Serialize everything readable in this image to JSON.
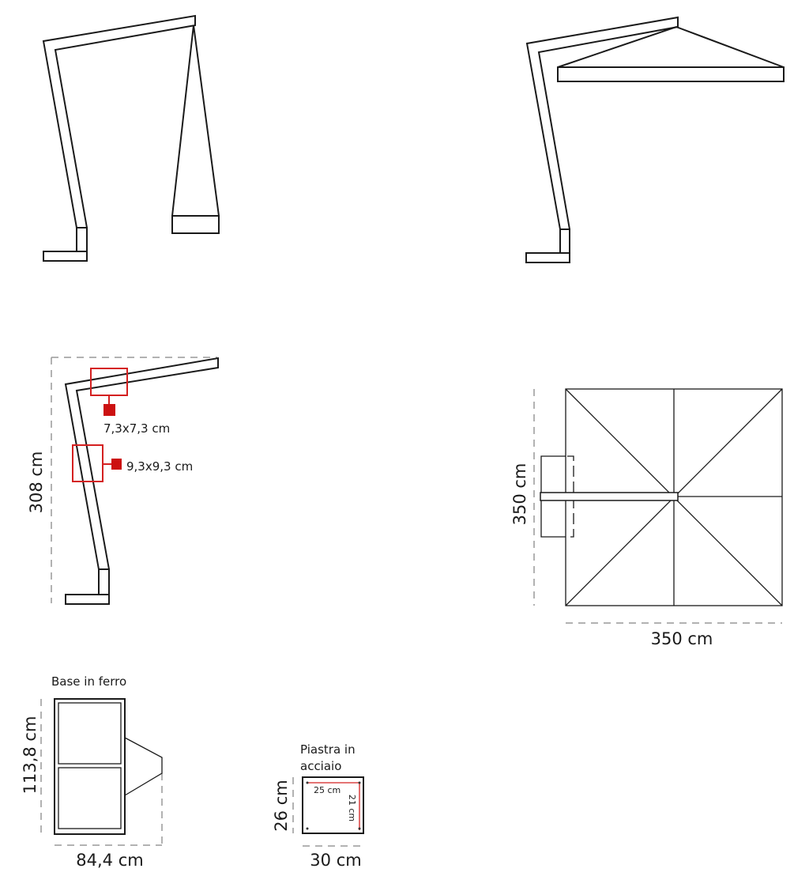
{
  "side_view": {
    "height_label": "308 cm",
    "arm_section_label": "7,3x7,3 cm",
    "pole_section_label": "9,3x9,3 cm"
  },
  "top_view": {
    "depth_label": "350 cm",
    "width_label": "350 cm"
  },
  "base": {
    "title": "Base in ferro",
    "height_label": "113,8 cm",
    "width_label": "84,4 cm"
  },
  "plate": {
    "title_line1": "Piastra in",
    "title_line2": "acciaio",
    "height_label": "26 cm",
    "width_label": "30 cm",
    "hole_spacing_x": "25 cm",
    "hole_spacing_y": "21 cm"
  },
  "colors": {
    "line": "#1a1a1a",
    "highlight": "#cc1111",
    "dimension": "#999999"
  }
}
